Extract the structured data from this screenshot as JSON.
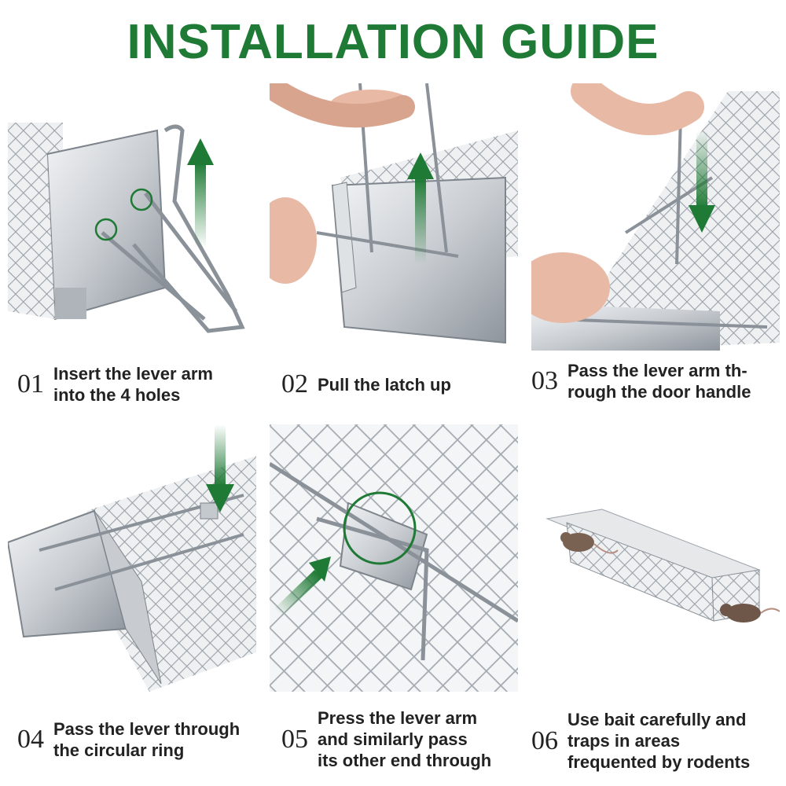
{
  "title": "INSTALLATION GUIDE",
  "accent_color": "#1f7a35",
  "steps": [
    {
      "number": "01",
      "lines": [
        "Insert the lever arm",
        "into the 4 holes"
      ],
      "icon": "cage-lever-holes-photo"
    },
    {
      "number": "02",
      "lines": [
        "Pull the latch up"
      ],
      "icon": "latch-pull-photo"
    },
    {
      "number": "03",
      "lines": [
        "Pass the lever arm th-",
        "rough the door handle"
      ],
      "icon": "door-handle-photo"
    },
    {
      "number": "04",
      "lines": [
        "Pass the lever through",
        "the circular ring"
      ],
      "icon": "circular-ring-photo"
    },
    {
      "number": "05",
      "lines": [
        "Press the lever arm",
        "and similarly pass",
        "its other end through"
      ],
      "icon": "lever-closeup-photo"
    },
    {
      "number": "06",
      "lines": [
        "Use bait carefully and",
        "traps in areas",
        "frequented by rodents"
      ],
      "icon": "trap-with-rats-photo"
    }
  ]
}
